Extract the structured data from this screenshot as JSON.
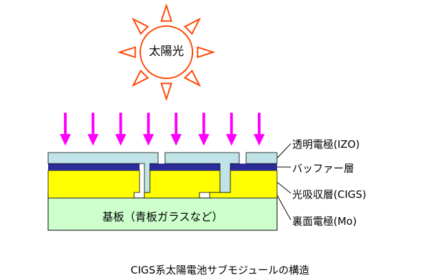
{
  "sun": {
    "label": "太陽光",
    "color": "#ff4500"
  },
  "light": {
    "arrow_count": 8,
    "color": "#ff00ff"
  },
  "layers": {
    "tco": {
      "label": "透明電極(IZO)",
      "color": "#bfe3e6"
    },
    "buffer": {
      "label": "バッファー層",
      "color": "#2b2b9a"
    },
    "absorber": {
      "label": "光吸収層(CIGS)",
      "color": "#ffff00"
    },
    "back_contact": {
      "label": "裏面電極(Mo)",
      "color": "#8c8c8c"
    },
    "substrate": {
      "label": "基板（青板ガラスなど）",
      "color": "#ccffcc"
    }
  },
  "caption": "CIGS系太陽電池サブモジュールの構造"
}
